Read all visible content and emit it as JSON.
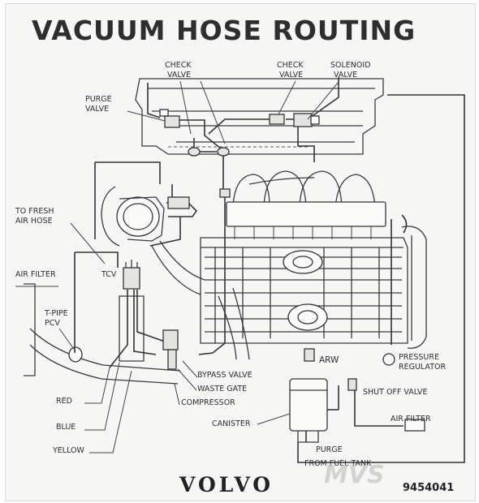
{
  "title": "VACUUM HOSE ROUTING",
  "labels": {
    "check_valve_1": [
      "CHECK",
      "VALVE"
    ],
    "check_valve_2": [
      "CHECK",
      "VALVE"
    ],
    "solenoid_valve": [
      "SOLENOID",
      "VALVE"
    ],
    "purge_valve": [
      "PURGE",
      "VALVE"
    ],
    "to_fresh_air_hose": [
      "TO FRESH",
      "AIR HOSE"
    ],
    "air_filter_left": "AIR FILTER",
    "tcv": "TCV",
    "t_pipe_pcv": [
      "T-PIPE",
      "PCV"
    ],
    "arw": "ARW",
    "pressure_regulator": [
      "PRESSURE",
      "REGULATOR"
    ],
    "bypass_valve": "BYPASS VALVE",
    "waste_gate": "WASTE GATE",
    "compressor": "COMPRESSOR",
    "shut_off_valve": "SHUT OFF VALVE",
    "red": "RED",
    "blue": "BLUE",
    "yellow": "YELLOW",
    "canister": "CANISTER",
    "air_filter_right": "AIR FILTER",
    "purge": "PURGE",
    "from_fuel_tank": "FROM FUEL TANK"
  },
  "brand": "VOLVO",
  "part_number": "9454041",
  "watermark": "MVS"
}
